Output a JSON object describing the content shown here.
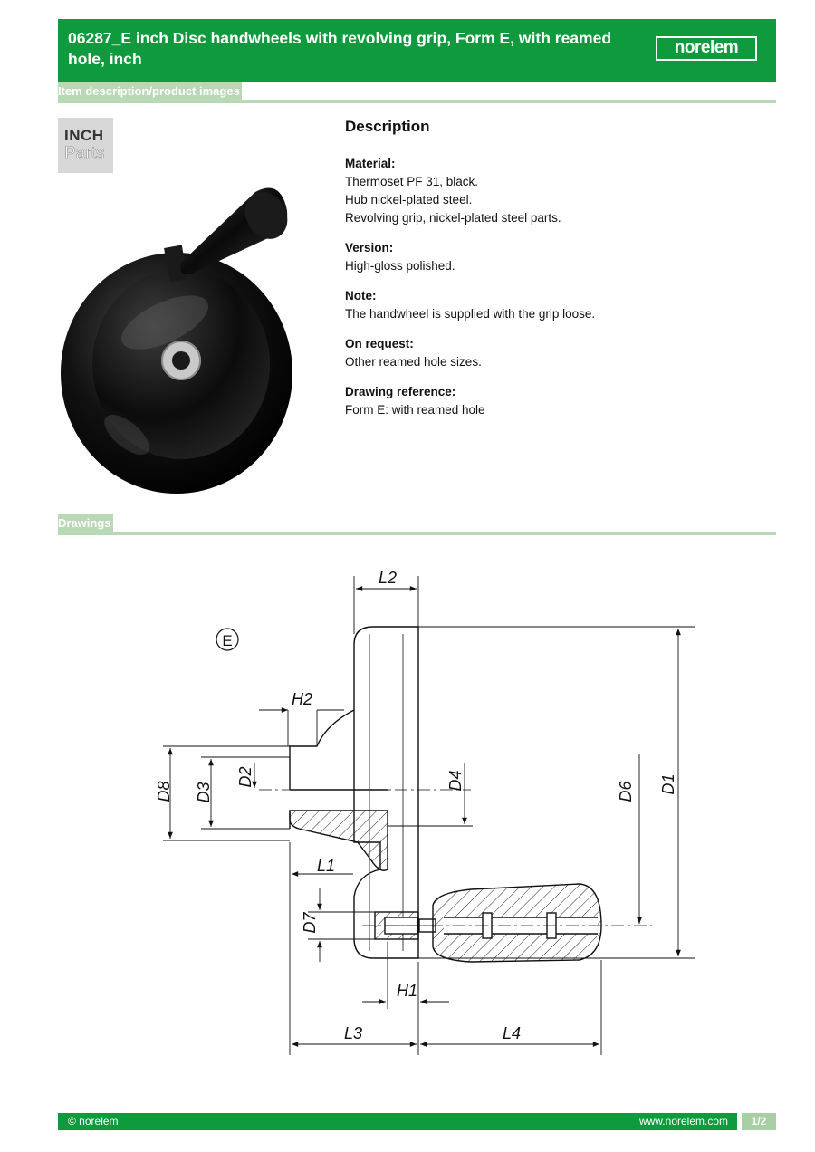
{
  "header": {
    "title": "06287_E inch Disc handwheels with revolving grip, Form E, with reamed hole, inch",
    "logo": "norelem"
  },
  "sections": {
    "item": "Item description/product images",
    "drawings": "Drawings"
  },
  "badge": {
    "line1": "INCH",
    "line2": "Parts"
  },
  "description": {
    "heading": "Description",
    "blocks": [
      {
        "label": "Material:",
        "lines": [
          "Thermoset PF 31, black.",
          "Hub nickel-plated steel.",
          "Revolving grip, nickel-plated steel parts."
        ]
      },
      {
        "label": "Version:",
        "lines": [
          "High-gloss polished."
        ]
      },
      {
        "label": "Note:",
        "lines": [
          "The handwheel is supplied with the grip loose."
        ]
      },
      {
        "label": "On request:",
        "lines": [
          "Other reamed hole sizes."
        ]
      },
      {
        "label": "Drawing reference:",
        "lines": [
          "Form E: with reamed hole"
        ]
      }
    ]
  },
  "drawing": {
    "form": "E",
    "dims": {
      "L1": "L1",
      "L2": "L2",
      "L3": "L3",
      "L4": "L4",
      "H1": "H1",
      "H2": "H2",
      "D1": "D1",
      "D2": "D2",
      "D3": "D3",
      "D4": "D4",
      "D6": "D6",
      "D7": "D7",
      "D8": "D8"
    }
  },
  "footer": {
    "copyright": "© norelem",
    "website": "www.norelem.com",
    "page": "1/2"
  },
  "colors": {
    "brand_green": "#0f9a3e",
    "section_green": "#b9d8b5",
    "page_box": "#a9cfa4"
  }
}
